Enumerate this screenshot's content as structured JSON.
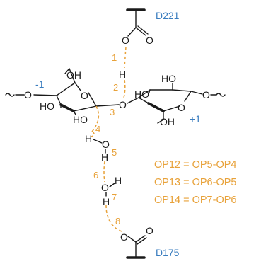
{
  "colors": {
    "blue": "#3a7dbf",
    "orange": "#e8a23a",
    "black": "#1a1a1a"
  },
  "residues": {
    "top": "D221",
    "bottom": "D175"
  },
  "sugar_labels": {
    "minus": "-1",
    "plus": "+1"
  },
  "path_numbers": [
    "1",
    "2",
    "3",
    "4",
    "5",
    "6",
    "7",
    "8"
  ],
  "equations": [
    "OP12 = OP5-OP4",
    "OP13 = OP6-OP5",
    "OP14 = OP7-OP6"
  ],
  "atoms": {
    "O": "O",
    "H": "H",
    "OH": "OH",
    "HO": "HO"
  },
  "wavy": "〰"
}
